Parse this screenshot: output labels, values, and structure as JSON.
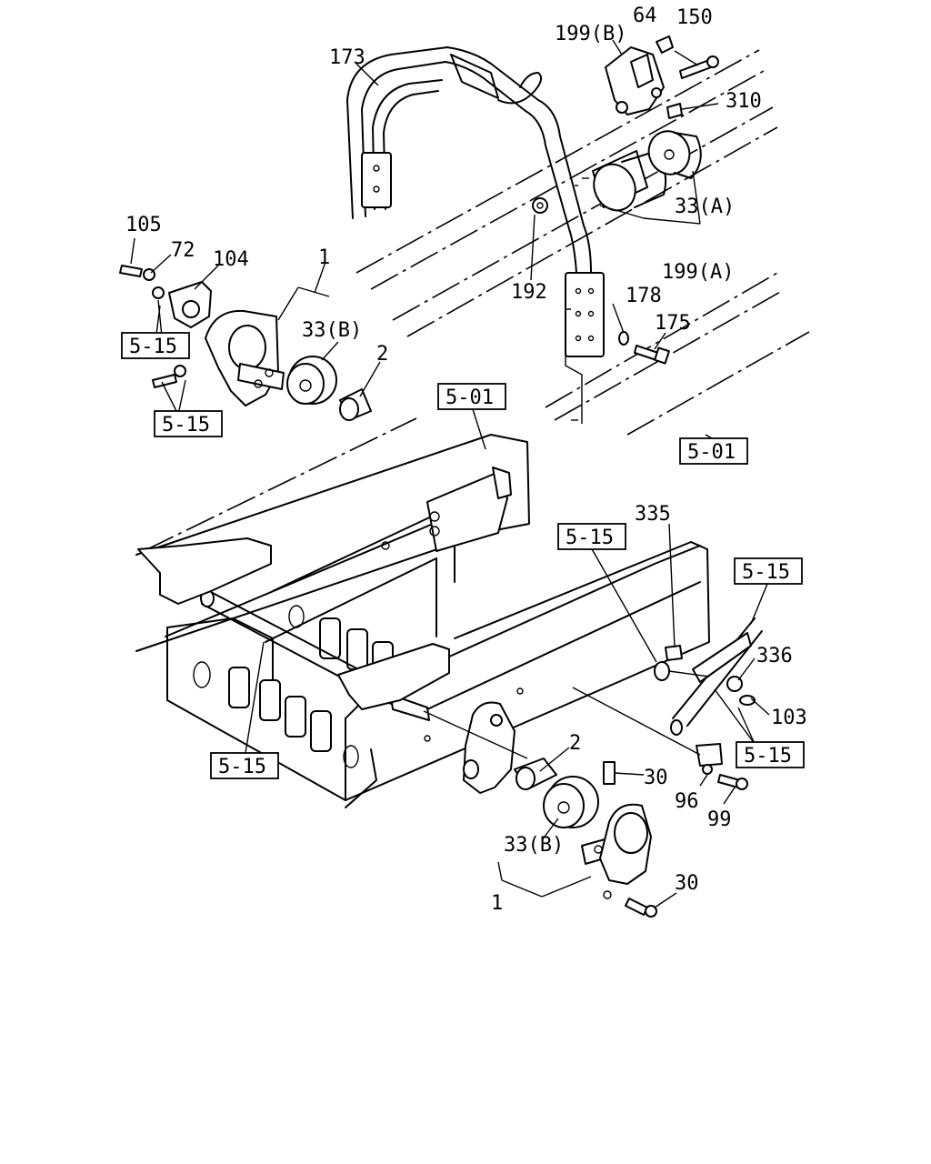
{
  "labels": {
    "p173": "173",
    "p199b": "199(B)",
    "p64": "64",
    "p150": "150",
    "p310": "310",
    "p33a": "33(A)",
    "p199a": "199(A)",
    "p192": "192",
    "p178": "178",
    "p175": "175",
    "p105": "105",
    "p72": "72",
    "p104": "104",
    "p1_top": "1",
    "p33b_top": "33(B)",
    "p2_top": "2",
    "p335": "335",
    "p336": "336",
    "p103": "103",
    "p2_bottom": "2",
    "p30_upper": "30",
    "p96": "96",
    "p99": "99",
    "p33b_bottom": "33(B)",
    "p1_bottom": "1",
    "p30_lower": "30"
  },
  "refs": {
    "r515_a": "5-15",
    "r515_b": "5-15",
    "r501_a": "5-01",
    "r501_b": "5-01",
    "r515_c": "5-15",
    "r515_d": "5-15",
    "r515_e": "5-15",
    "r515_f": "5-15"
  }
}
